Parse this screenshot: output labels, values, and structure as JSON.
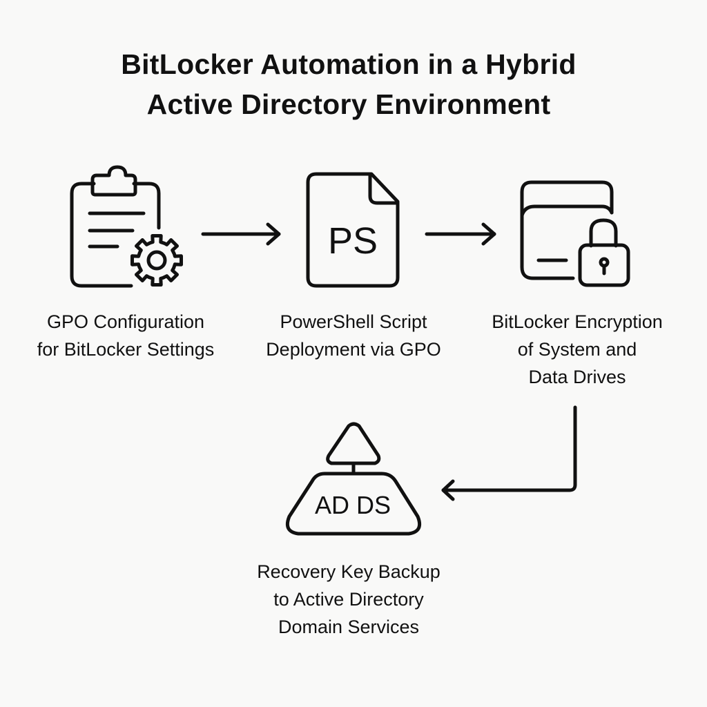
{
  "title": {
    "lines": [
      "BitLocker Automation in a Hybrid",
      "Active Directory Environment"
    ]
  },
  "colors": {
    "background": "#f9f9f8",
    "stroke": "#111111",
    "text": "#111111"
  },
  "nodes": [
    {
      "id": "gpo",
      "icon": "clipboard-gear-icon",
      "label_lines": [
        "GPO Configuration",
        "for BitLocker Settings"
      ]
    },
    {
      "id": "powershell",
      "icon": "powershell-file-icon",
      "icon_text": "PS",
      "label_lines": [
        "PowerShell Script",
        "Deployment via GPO"
      ]
    },
    {
      "id": "bitlocker",
      "icon": "locked-drive-icon",
      "label_lines": [
        "BitLocker Encryption",
        "of System and",
        "Data Drives"
      ]
    },
    {
      "id": "adds",
      "icon": "ad-ds-server-icon",
      "icon_text": "AD DS",
      "label_lines": [
        "Recovery Key Backup",
        "to Active Directory",
        "Domain Services"
      ]
    }
  ],
  "edges": [
    {
      "from": "gpo",
      "to": "powershell"
    },
    {
      "from": "powershell",
      "to": "bitlocker"
    },
    {
      "from": "bitlocker",
      "to": "adds"
    }
  ]
}
